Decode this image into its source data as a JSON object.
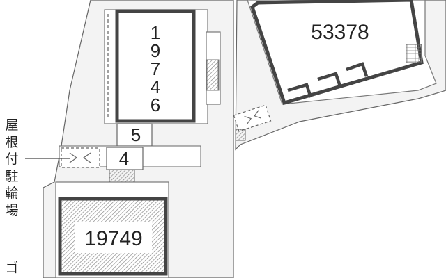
{
  "map": {
    "building_top": {
      "number": "19746",
      "digits": [
        "1",
        "9",
        "7",
        "4",
        "6"
      ]
    },
    "building_right": {
      "number": "53378"
    },
    "building_bottom": {
      "number": "19749"
    },
    "unit_5": {
      "number": "5"
    },
    "unit_4": {
      "number": "4"
    },
    "bike_parking_label": "屋根付駐輪場",
    "bottom_left_label": "ゴ",
    "colors": {
      "background": "#ffffff",
      "site": "#f3f3f3",
      "wall": "#444444",
      "line": "#666666"
    },
    "icons": [
      "bike-shelter-icon",
      "stairs-icon",
      "hatch-pattern"
    ]
  }
}
